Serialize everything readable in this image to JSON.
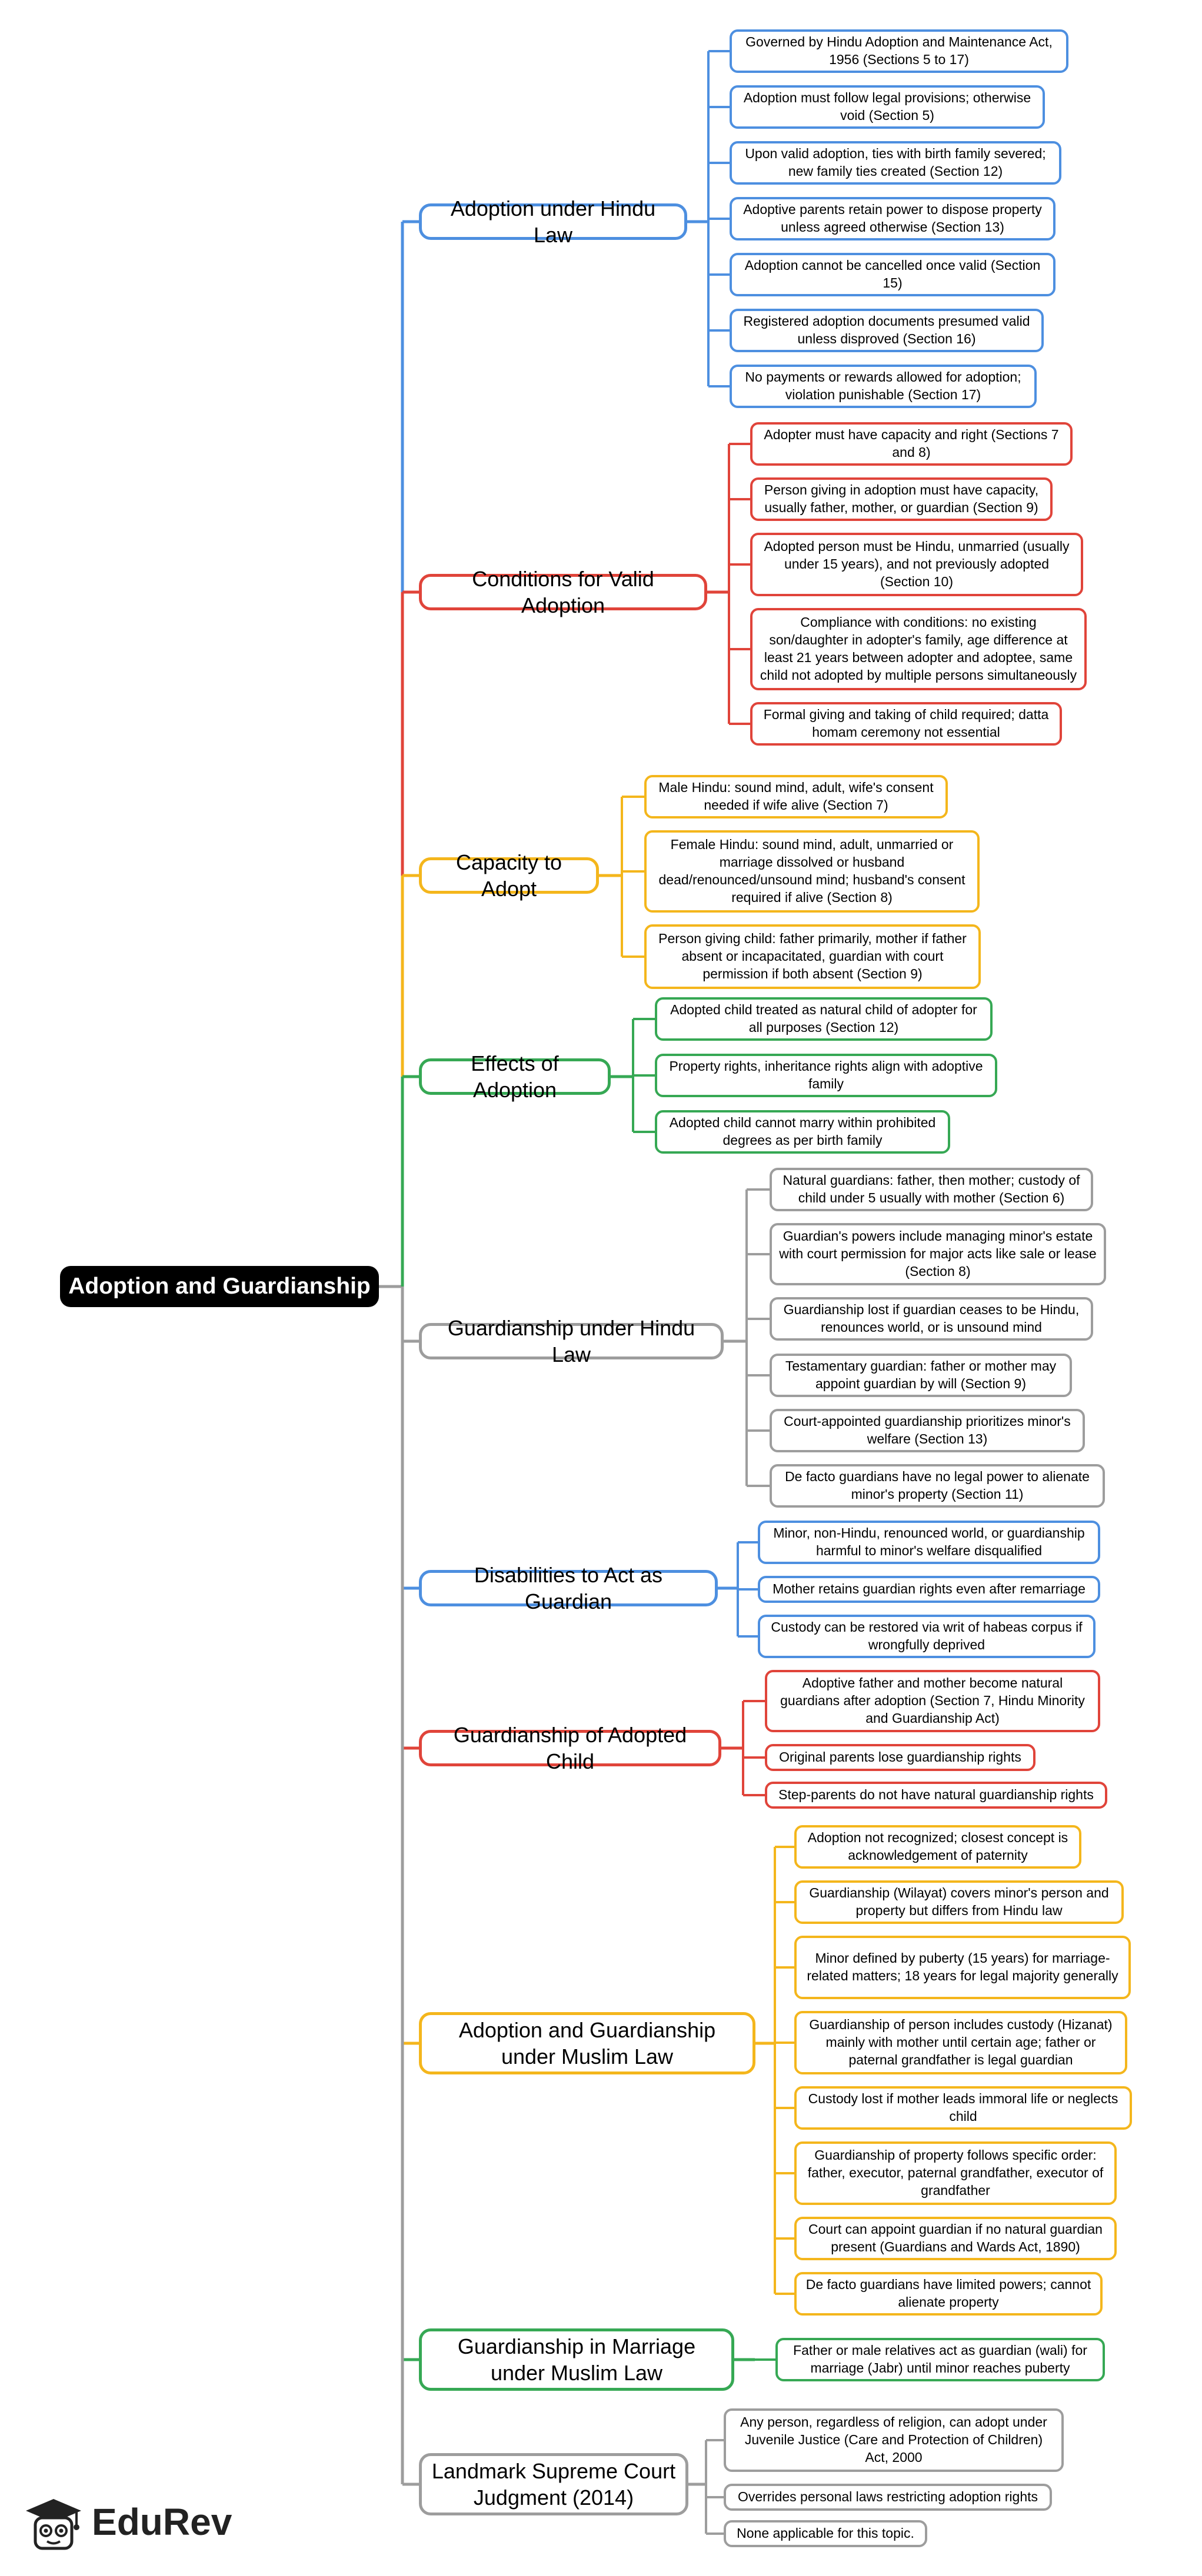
{
  "root": {
    "label": "Adoption and Guardianship"
  },
  "colors": {
    "blue": "#4d8fe0",
    "red": "#e0443a",
    "yellow": "#f4b61c",
    "green": "#36a854",
    "gray": "#9d9d9d",
    "root_bg": "#000000"
  },
  "branches": [
    {
      "label": "Adoption under Hindu Law",
      "color": "blue",
      "leaves": [
        "Governed by Hindu Adoption and Maintenance Act, 1956 (Sections 5 to 17)",
        "Adoption must follow legal provisions; otherwise void (Section 5)",
        "Upon valid adoption, ties with birth family severed; new family ties created (Section 12)",
        "Adoptive parents retain power to dispose property unless agreed otherwise (Section 13)",
        "Adoption cannot be cancelled once valid (Section 15)",
        "Registered adoption documents presumed valid unless disproved (Section 16)",
        "No payments or rewards allowed for adoption; violation punishable (Section 17)"
      ]
    },
    {
      "label": "Conditions for Valid Adoption",
      "color": "red",
      "leaves": [
        "Adopter must have capacity and right (Sections 7 and 8)",
        "Person giving in adoption must have capacity, usually father, mother, or guardian (Section 9)",
        "Adopted person must be Hindu, unmarried (usually under 15 years), and not previously adopted (Section 10)",
        "Compliance with conditions: no existing son/daughter in adopter's family, age difference at least 21 years between adopter and adoptee, same child not adopted by multiple persons simultaneously",
        "Formal giving and taking of child required; datta homam ceremony not essential"
      ]
    },
    {
      "label": "Capacity to Adopt",
      "color": "yellow",
      "leaves": [
        "Male Hindu: sound mind, adult, wife's consent needed if wife alive (Section 7)",
        "Female Hindu: sound mind, adult, unmarried or marriage dissolved or husband dead/renounced/unsound mind; husband's consent required if alive (Section 8)",
        "Person giving child: father primarily, mother if father absent or incapacitated, guardian with court permission if both absent (Section 9)"
      ]
    },
    {
      "label": "Effects of Adoption",
      "color": "green",
      "leaves": [
        "Adopted child treated as natural child of adopter for all purposes (Section 12)",
        "Property rights, inheritance rights align with adoptive family",
        "Adopted child cannot marry within prohibited degrees as per birth family"
      ]
    },
    {
      "label": "Guardianship under Hindu Law",
      "color": "gray",
      "leaves": [
        "Natural guardians: father, then mother; custody of child under 5 usually with mother (Section 6)",
        "Guardian's powers include managing minor's estate with court permission for major acts like sale or lease (Section 8)",
        "Guardianship lost if guardian ceases to be Hindu, renounces world, or is unsound mind",
        "Testamentary guardian: father or mother may appoint guardian by will (Section 9)",
        "Court-appointed guardianship prioritizes minor's welfare (Section 13)",
        "De facto guardians have no legal power to alienate minor's property (Section 11)"
      ]
    },
    {
      "label": "Disabilities to Act as Guardian",
      "color": "blue",
      "leaves": [
        "Minor, non-Hindu, renounced world, or guardianship harmful to minor's welfare disqualified",
        "Mother retains guardian rights even after remarriage",
        "Custody can be restored via writ of habeas corpus if wrongfully deprived"
      ]
    },
    {
      "label": "Guardianship of Adopted Child",
      "color": "red",
      "leaves": [
        "Adoptive father and mother become natural guardians after adoption (Section 7, Hindu Minority and Guardianship Act)",
        "Original parents lose guardianship rights",
        "Step-parents do not have natural guardianship rights"
      ]
    },
    {
      "label": "Adoption and Guardianship under Muslim Law",
      "color": "yellow",
      "leaves": [
        "Adoption not recognized; closest concept is acknowledgement of paternity",
        "Guardianship (Wilayat) covers minor's person and property but differs from Hindu law",
        "Minor defined by puberty (15 years) for marriage-related matters; 18 years for legal majority generally",
        "Guardianship of person includes custody (Hizanat) mainly with mother until certain age; father or paternal grandfather is legal guardian",
        "Custody lost if mother leads immoral life or neglects child",
        "Guardianship of property follows specific order: father, executor, paternal grandfather, executor of grandfather",
        "Court can appoint guardian if no natural guardian present (Guardians and Wards Act, 1890)",
        "De facto guardians have limited powers; cannot alienate property"
      ]
    },
    {
      "label": "Guardianship in Marriage under Muslim Law",
      "color": "green",
      "leaves": [
        "Father or male relatives act as guardian (wali) for marriage (Jabr) until minor reaches puberty"
      ]
    },
    {
      "label": "Landmark Supreme Court Judgment (2014)",
      "color": "gray",
      "leaves": [
        "Any person, regardless of religion, can adopt under Juvenile Justice (Care and Protection of Children) Act, 2000",
        "Overrides personal laws restricting adoption rights",
        "None applicable for this topic."
      ]
    }
  ],
  "logo": {
    "text": "EduRev",
    "icon": "graduation-cap-mascot-icon"
  }
}
